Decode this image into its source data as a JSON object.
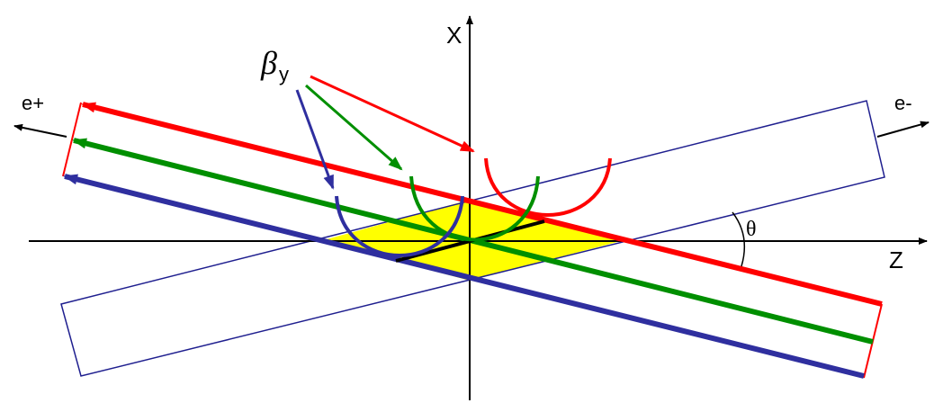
{
  "labels": {
    "x_axis": "X",
    "z_axis": "Z",
    "e_plus": "e+",
    "e_minus": "e-",
    "theta": "θ",
    "beta_main": "β",
    "beta_sub": "y"
  },
  "colors": {
    "background": "#ffffff",
    "axes": "#000000",
    "beam_outline": "#1f1f8f",
    "overlap_fill": "#ffff00",
    "red": "#ff0000",
    "green": "#008f00",
    "blue": "#2f2f9f",
    "black_segment": "#000000"
  },
  "icons": {
    "axis_arrowheads": "arrow-icon",
    "direction_arrows": "arrow-icon"
  }
}
